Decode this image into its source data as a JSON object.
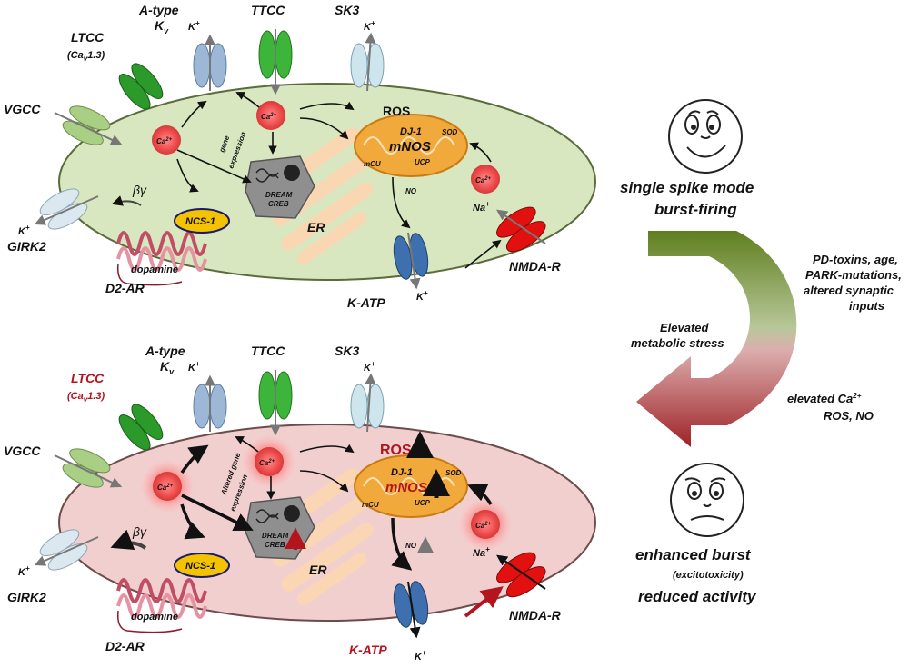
{
  "panel_top": {
    "a_type_kv": [
      "A-type",
      "K",
      "v"
    ],
    "ltcc": [
      "LTCC",
      "(Ca",
      "v",
      "1.3)"
    ],
    "ttcc": "TTCC",
    "sk3": "SK3",
    "vgcc": "VGCC",
    "k_plus": "K",
    "plus": "+",
    "ca": "Ca",
    "ca_sup": "2+",
    "gene_expression": [
      "gene",
      "expression"
    ],
    "dream_creb": [
      "DREAM",
      "CREB"
    ],
    "ros": "ROS",
    "dj1": "DJ-1",
    "mnos": "mNOS",
    "sod": "SOD",
    "mcu": "mCU",
    "ucp": "UCP",
    "no": "NO",
    "na_plus": "Na",
    "beta_gamma": "βγ",
    "ncs1": "NCS-1",
    "girk2": "GIRK2",
    "er": "ER",
    "k_atp": "K-ATP",
    "nmda_r": "NMDA-R",
    "dopamine": "dopamine",
    "d2ar": "D2-AR"
  },
  "panel_bottom": {
    "altered_gene_expression": [
      "Altered gene",
      "expression"
    ]
  },
  "side": {
    "single_spike": "single spike mode",
    "burst_firing": "burst-firing",
    "pd_factors": [
      "PD-toxins, age,",
      "PARK-mutations,",
      "altered synaptic",
      "inputs"
    ],
    "elevated_stress": [
      "Elevated",
      "metabolic stress"
    ],
    "elevated_ca": "elevated Ca",
    "ros_no": "ROS, NO",
    "enhanced_burst": "enhanced burst",
    "excitotoxicity": "(excitotoxicity)",
    "reduced_activity": "reduced activity"
  },
  "colors": {
    "cell_top": "#d8e7bf",
    "cell_bottom": "#f2cfcf",
    "ca_ion": "#ee5050",
    "mito": "#f2a93b",
    "ltcc_green": "#2c9a2a",
    "ttcc_green": "#3cb53a",
    "kv_blue": "#9db7d6",
    "sk3_blue": "#cfe5ee",
    "katp_blue": "#3e6fae",
    "nmda_red": "#e31010",
    "ncs1_yellow": "#f3c200",
    "d2ar_pink": "#d86a7e",
    "er_peach": "#fbd7b3",
    "arrow_green": "#6f8f2e",
    "arrow_red": "#a3262a",
    "highlight_red": "#b3141e"
  }
}
